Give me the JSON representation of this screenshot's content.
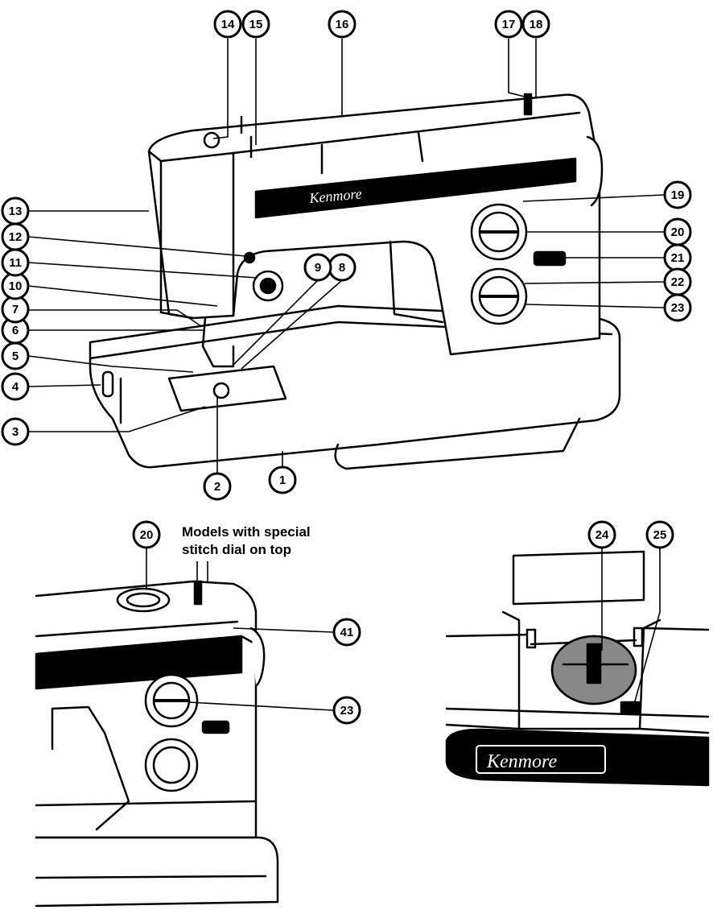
{
  "callouts": {
    "c1": "1",
    "c2": "2",
    "c3": "3",
    "c4": "4",
    "c5": "5",
    "c6": "6",
    "c7": "7",
    "c8": "8",
    "c9": "9",
    "c10": "10",
    "c11": "11",
    "c12": "12",
    "c13": "13",
    "c14": "14",
    "c15": "15",
    "c16": "16",
    "c17": "17",
    "c18": "18",
    "c19": "19",
    "c20": "20",
    "c21": "21",
    "c22": "22",
    "c23": "23",
    "d20": "20",
    "d41": "41",
    "d23": "23",
    "e24": "24",
    "e25": "25"
  },
  "note": {
    "line1": "Models with special",
    "line2": "stitch dial on top"
  },
  "brand": {
    "main": "Kenmore",
    "inset": "Kenmore"
  }
}
